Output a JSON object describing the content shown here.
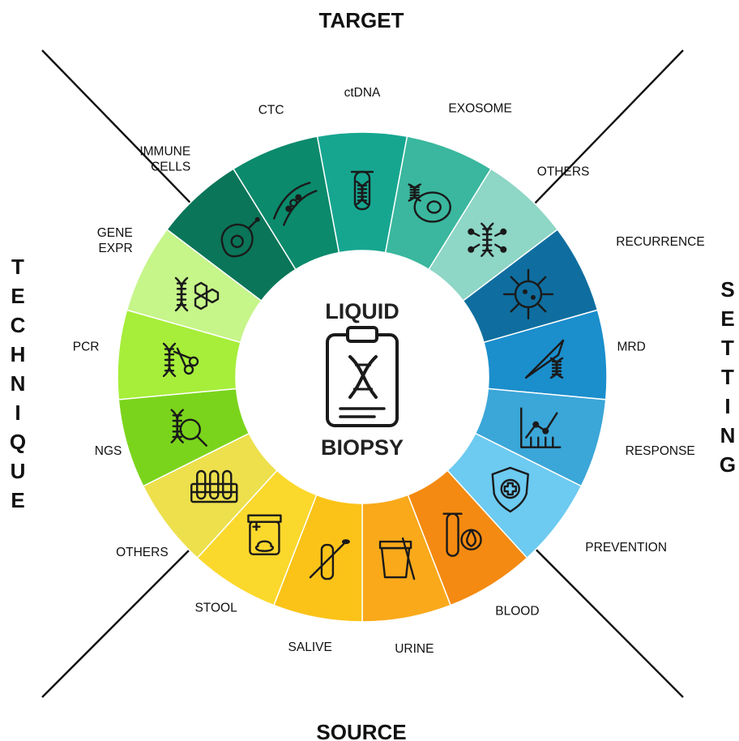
{
  "quadrants": {
    "top": "TARGET",
    "bottom": "SOURCE",
    "left": "TECHNIQUE",
    "right": "SETTING"
  },
  "center": {
    "line1": "LIQUID",
    "line2": "BIOPSY"
  },
  "segments": [
    {
      "label": "ctDNA",
      "color": "#16a690",
      "icon": "test-tube-dna-icon",
      "quadrant": "target"
    },
    {
      "label": "EXOSOME",
      "color": "#3ab79e",
      "icon": "cell-dna-icon",
      "quadrant": "target"
    },
    {
      "label": "OTHERS",
      "color": "#8ed6c6",
      "icon": "dna-network-icon",
      "quadrant": "target"
    },
    {
      "label": "RECURRENCE",
      "color": "#0f6e9f",
      "icon": "tumor-cell-icon",
      "quadrant": "setting"
    },
    {
      "label": "MRD",
      "color": "#1b8ecc",
      "icon": "scalpel-dna-icon",
      "quadrant": "setting"
    },
    {
      "label": "RESPONSE",
      "color": "#3ba6d8",
      "icon": "chart-up-icon",
      "quadrant": "setting"
    },
    {
      "label": "PREVENTION",
      "color": "#6dcaf0",
      "icon": "shield-cross-icon",
      "quadrant": "setting"
    },
    {
      "label": "BLOOD",
      "color": "#f48a11",
      "icon": "blood-tube-icon",
      "quadrant": "source"
    },
    {
      "label": "URINE",
      "color": "#f9a91a",
      "icon": "urine-cup-icon",
      "quadrant": "source"
    },
    {
      "label": "SALIVE",
      "color": "#fbc318",
      "icon": "swab-tube-icon",
      "quadrant": "source"
    },
    {
      "label": "STOOL",
      "color": "#fbd82c",
      "icon": "stool-jar-icon",
      "quadrant": "source"
    },
    {
      "label": "OTHERS",
      "color": "#ede04c",
      "icon": "tube-rack-icon",
      "quadrant": "source"
    },
    {
      "label": "NGS",
      "color": "#7bd41c",
      "icon": "dna-magnifier-icon",
      "quadrant": "technique"
    },
    {
      "label": "PCR",
      "color": "#a6ee3a",
      "icon": "dna-scissors-icon",
      "quadrant": "technique"
    },
    {
      "label": "GENE EXPR",
      "color": "#c6f58a",
      "icon": "dna-molecule-icon",
      "quadrant": "technique"
    },
    {
      "label": "IMMUNE CELLS",
      "color": "#0a7558",
      "icon": "immune-cell-icon",
      "quadrant": "target"
    },
    {
      "label": "CTC",
      "color": "#0b8a6c",
      "icon": "vessel-cells-icon",
      "quadrant": "target"
    }
  ]
}
